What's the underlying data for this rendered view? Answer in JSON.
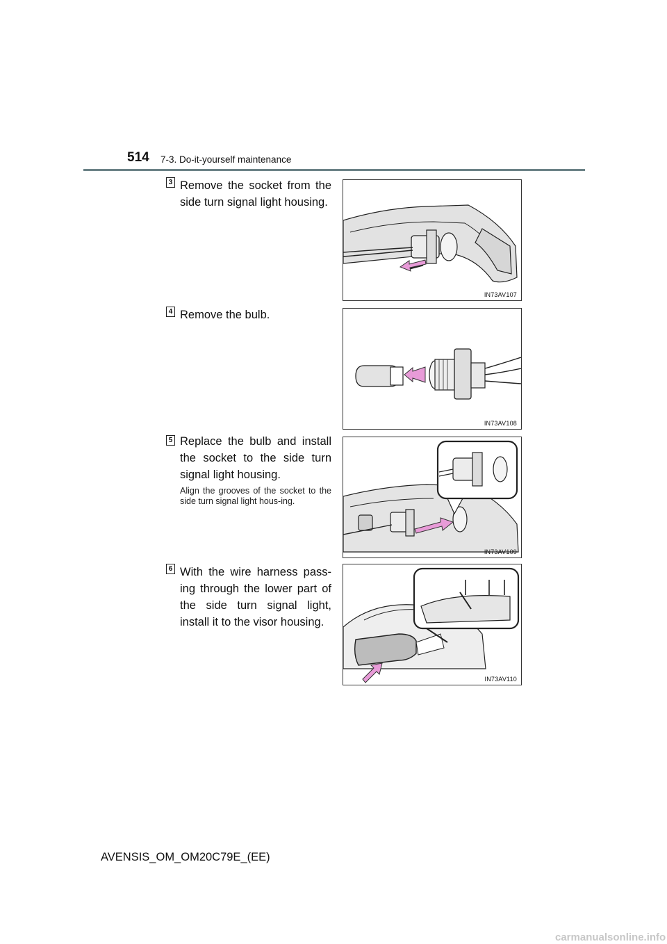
{
  "header": {
    "page_number": "514",
    "section": "7-3. Do-it-yourself maintenance"
  },
  "steps": [
    {
      "number": "3",
      "text": "Remove the socket from the side turn signal light housing.",
      "figure_code": "IN73AV107",
      "arrow_color": "#e89bd8"
    },
    {
      "number": "4",
      "text": "Remove the bulb.",
      "figure_code": "IN73AV108",
      "arrow_color": "#e89bd8"
    },
    {
      "number": "5",
      "text": "Replace the bulb and install the socket to the side turn signal light housing.",
      "note": "Align the grooves of the socket to the side turn signal light hous-ing.",
      "figure_code": "IN73AV109",
      "arrow_color": "#e89bd8"
    },
    {
      "number": "6",
      "text": "With the wire harness pass-ing through the lower part of the side turn signal light, install it to the visor housing.",
      "figure_code": "IN73AV110",
      "arrow_color": "#e89bd8"
    }
  ],
  "footer": {
    "document_id": "AVENSIS_OM_OM20C79E_(EE)"
  },
  "watermark": "carmanualsonline.info"
}
